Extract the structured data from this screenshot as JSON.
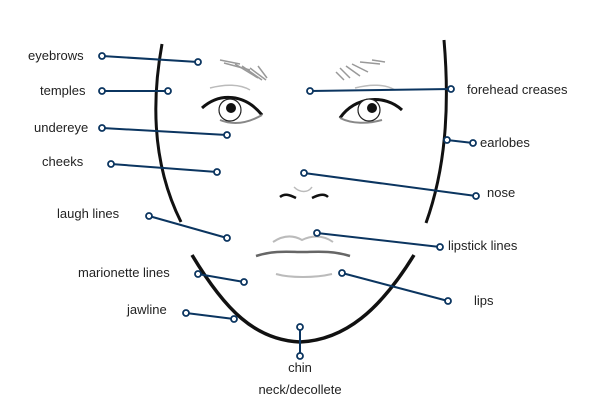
{
  "colors": {
    "leader": "#0b3560",
    "face": "#111111",
    "shade": "#a0a0a0"
  },
  "labels": {
    "eyebrows": "eyebrows",
    "temples": "temples",
    "undereye": "undereye",
    "cheeks": "cheeks",
    "laugh_lines": "laugh lines",
    "marionette_lines": "marionette lines",
    "jawline": "jawline",
    "chin": "chin",
    "neck": "neck/decollete",
    "forehead_creases": "forehead creases",
    "earlobes": "earlobes",
    "nose": "nose",
    "lipstick_lines": "lipstick lines",
    "lips": "lips"
  }
}
